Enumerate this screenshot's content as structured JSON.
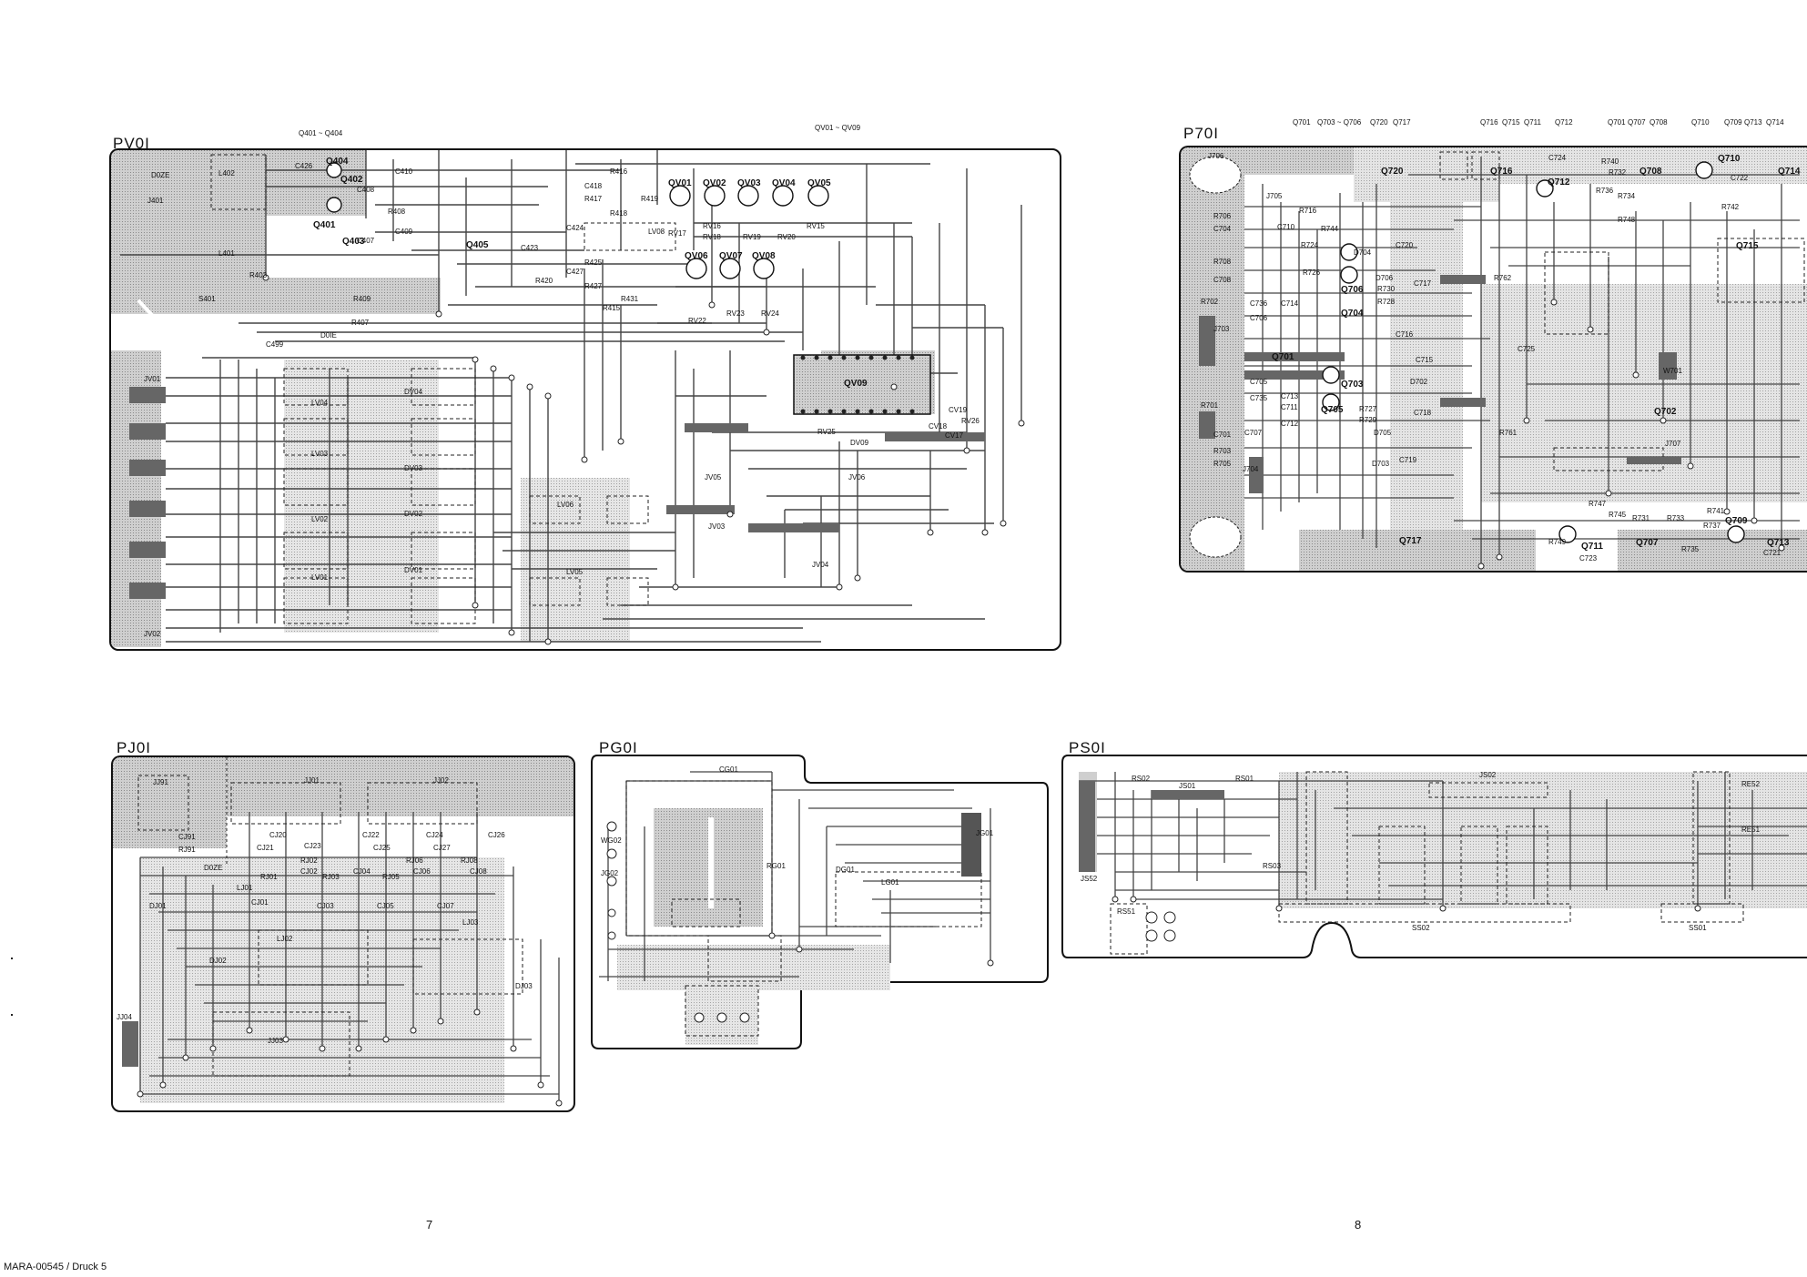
{
  "boards": [
    {
      "id": "PV01",
      "label": "PV0I",
      "header_notes": [
        "Q401 ~ Q404",
        "QV01 ~ QV09"
      ],
      "components": [
        "Q404",
        "Q402",
        "Q401",
        "Q403",
        "Q405",
        "QV01",
        "QV02",
        "QV03",
        "QV04",
        "QV05",
        "QV06",
        "QV07",
        "QV08",
        "QV09",
        "L402",
        "L401",
        "J401",
        "S401",
        "R403",
        "R409",
        "R407",
        "R408",
        "R416",
        "R417",
        "R418",
        "R419",
        "R420",
        "R425",
        "R427",
        "R431",
        "R415",
        "C426",
        "C408",
        "C407",
        "C409",
        "C410",
        "C423",
        "C424",
        "C499",
        "C418",
        "C427",
        "D0ZE",
        "D0IE",
        "LV08",
        "LV04",
        "LV03",
        "LV02",
        "LV01",
        "LV06",
        "LV05",
        "DV04",
        "DV03",
        "DV02",
        "DV01",
        "DV09",
        "JV01",
        "JV02",
        "JV03",
        "JV04",
        "JV05",
        "JV06",
        "RV17",
        "RV16",
        "RV18",
        "RV19",
        "RV20",
        "RV15",
        "RV22",
        "RV23",
        "RV24",
        "RV25",
        "CV17",
        "CV18",
        "CV19",
        "RV26"
      ]
    },
    {
      "id": "P701",
      "label": "P70I",
      "header_notes": [
        "Q701",
        "Q703 ~ Q706",
        "Q720",
        "Q717",
        "Q716",
        "Q715",
        "Q711",
        "Q712",
        "Q701",
        "Q707",
        "Q708",
        "Q710",
        "Q709",
        "Q713",
        "Q714"
      ],
      "components": [
        "J706",
        "J705",
        "J703",
        "J704",
        "J707",
        "Q720",
        "Q716",
        "Q712",
        "Q708",
        "Q710",
        "Q714",
        "Q715",
        "Q701",
        "Q706",
        "Q704",
        "Q703",
        "Q705",
        "Q702",
        "Q717",
        "Q711",
        "Q707",
        "Q709",
        "Q713",
        "R706",
        "C704",
        "R708",
        "R702",
        "R703",
        "R701",
        "R705",
        "C701",
        "C705",
        "C706",
        "C707",
        "C708",
        "C710",
        "C711",
        "C712",
        "C713",
        "C714",
        "C715",
        "C716",
        "C717",
        "C718",
        "C719",
        "C720",
        "C721",
        "C722",
        "C723",
        "C724",
        "C725",
        "C735",
        "C736",
        "R716",
        "R724",
        "R726",
        "R727",
        "R728",
        "R729",
        "R730",
        "R731",
        "R732",
        "R733",
        "R734",
        "R735",
        "R736",
        "R737",
        "R740",
        "R741",
        "R742",
        "R744",
        "R745",
        "R747",
        "R748",
        "R749",
        "R761",
        "R762",
        "D704",
        "D706",
        "D702",
        "D703",
        "D705",
        "W701"
      ]
    },
    {
      "id": "PJ01",
      "label": "PJ0I",
      "components": [
        "JJ91",
        "JJ01",
        "JJ02",
        "CJ91",
        "RJ91",
        "CJ20",
        "CJ23",
        "CJ22",
        "CJ24",
        "CJ26",
        "CJ21",
        "CJ25",
        "CJ27",
        "RJ01",
        "RJ02",
        "RJ03",
        "RJ05",
        "RJ06",
        "RJ08",
        "CJ02",
        "CJ04",
        "CJ06",
        "CJ08",
        "CJ01",
        "CJ03",
        "CJ05",
        "CJ07",
        "D0ZE",
        "DJ01",
        "DJ02",
        "DJ03",
        "LJ01",
        "LJ02",
        "LJ03",
        "JJ03",
        "JJ04"
      ]
    },
    {
      "id": "PG01",
      "label": "PG0I",
      "components": [
        "CG01",
        "WG02",
        "JG02",
        "RG01",
        "DG01",
        "LG01",
        "JG01"
      ]
    },
    {
      "id": "PS01",
      "label": "PS0I",
      "components": [
        "RS02",
        "JS01",
        "RS01",
        "JS02",
        "RE52",
        "RE51",
        "RS03",
        "JS52",
        "RS51",
        "SS02",
        "SS01"
      ]
    }
  ],
  "page_numbers": [
    "7",
    "8"
  ],
  "footer": "MARA-00545 / Druck 5"
}
